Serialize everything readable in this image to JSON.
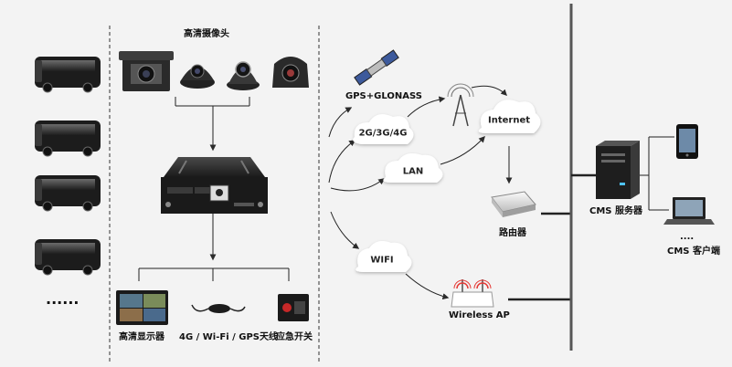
{
  "labels": {
    "hd_camera": "高清摄像头",
    "gps": "GPS+GLONASS",
    "cell": "2G/3G/4G",
    "internet": "Internet",
    "lan": "LAN",
    "wifi": "WIFI",
    "router": "路由器",
    "wireless_ap": "Wireless AP",
    "cms_server": "CMS 服务器",
    "cms_client_dots": "....",
    "cms_client": "CMS 客户端",
    "hd_display": "高清显示器",
    "antenna": "4G / Wi-Fi / GPS天线",
    "emergency": "应急开关",
    "bus_ellipsis": "......"
  },
  "colors": {
    "background": "#f3f3f3",
    "line": "#222222",
    "cloud": "#ffffff",
    "arrow": "#2b2b2b",
    "bus_body": "#1c1c1c",
    "wifi_signal": "#e53935"
  }
}
